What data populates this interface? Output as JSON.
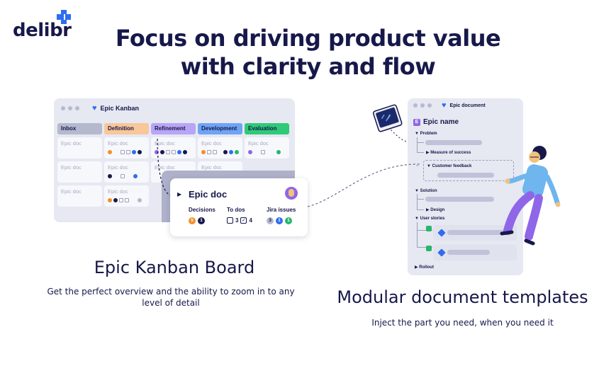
{
  "brand": {
    "logo_text": "delibr"
  },
  "headline": {
    "line1": "Focus on driving product value",
    "line2": "with clarity and flow"
  },
  "kanban": {
    "window_title": "Epic Kanban",
    "columns": [
      {
        "label": "Inbox",
        "color": "#b5b9ce",
        "cards": [
          "Epic doc",
          "Epic doc",
          "Epic doc"
        ]
      },
      {
        "label": "Definition",
        "color": "#f9c79a",
        "cards": [
          "Epic doc",
          "Epic doc",
          "Epic doc"
        ]
      },
      {
        "label": "Refinement",
        "color": "#b8a5f5",
        "cards": [
          "Epic doc",
          "Epic doc"
        ]
      },
      {
        "label": "Development",
        "color": "#6fa4f5",
        "cards": [
          "Epic doc",
          "Epic doc"
        ]
      },
      {
        "label": "Evaluation",
        "color": "#2fca78",
        "cards": [
          "Epic doc"
        ]
      }
    ],
    "popup": {
      "title": "Epic doc",
      "decisions_label": "Decisions",
      "decisions_counts": [
        "5",
        "1"
      ],
      "todos_label": "To dos",
      "todos_open": "3",
      "todos_done": "4",
      "jira_label": "Jira issues",
      "jira_counts": [
        "3",
        "1",
        "1"
      ]
    },
    "heading": "Epic Kanban Board",
    "description": "Get the perfect overview and the ability to zoom in to any level of detail"
  },
  "document": {
    "window_title": "Epic document",
    "epic_name": "Epic name",
    "sections": {
      "problem": "Problem",
      "measure": "Measure of success",
      "customer_feedback": "Customer feedback",
      "solution": "Solution",
      "design": "Design",
      "user_stories": "User stories",
      "rollout": "Rollout"
    },
    "heading": "Modular document templates",
    "description": "Inject the part you need, when you need it"
  },
  "colors": {
    "navy": "#17184a",
    "blue": "#2f6cf0",
    "orange": "#f0902a",
    "green": "#25b86a",
    "purple": "#8f66e8",
    "window_bg": "#e6e8f2"
  }
}
